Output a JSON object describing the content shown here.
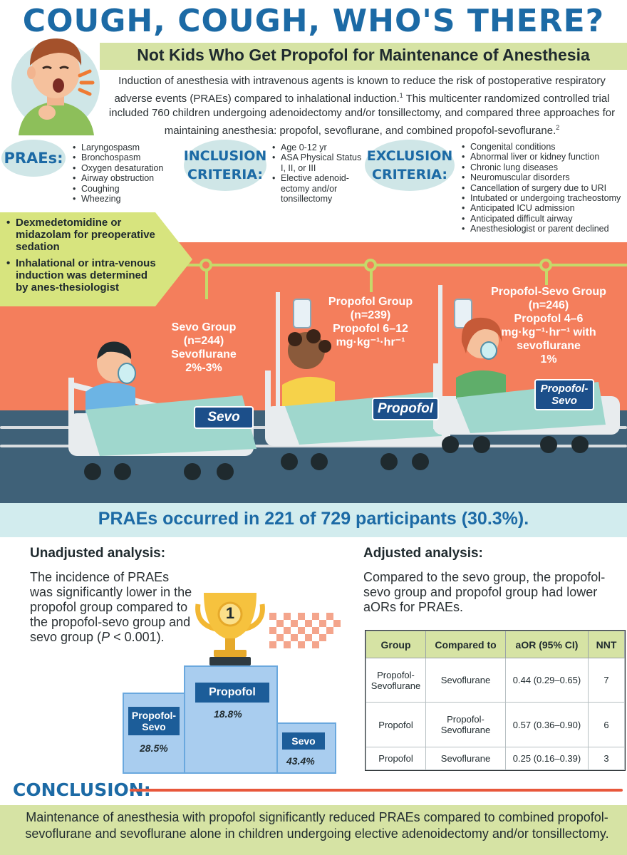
{
  "header": {
    "title": "COUGH, COUGH, WHO'S THERE?",
    "subtitle": "Not Kids Who Get Propofol for Maintenance of Anesthesia",
    "intro": "Induction of anesthesia with intravenous agents is known to reduce the risk of postoperative respiratory adverse events (PRAEs) compared to inhalational induction.",
    "intro_ref1": "1",
    "intro2": " This multicenter randomized controlled trial included 760 children undergoing adenoidectomy and/or tonsillectomy, and compared three approaches for maintaining anesthesia: propofol, sevoflurane, and combined propofol-sevoflurane.",
    "intro_ref2": "2"
  },
  "praes": {
    "label": "PRAEs:",
    "items": [
      "Laryngospasm",
      "Bronchospasm",
      "Oxygen desaturation",
      "Airway obstruction",
      "Coughing",
      "Wheezing"
    ]
  },
  "inclusion": {
    "label_line1": "INCLUSION",
    "label_line2": "CRITERIA:",
    "items": [
      "Age 0-12 yr",
      "ASA Physical Status I, II, or III",
      "Elective adenoid-ectomy and/or tonsillectomy"
    ]
  },
  "exclusion": {
    "label_line1": "EXCLUSION",
    "label_line2": "CRITERIA:",
    "items": [
      "Congenital conditions",
      "Abnormal liver or kidney function",
      "Chronic lung diseases",
      "Neuromuscular disorders",
      "Cancellation of surgery due to URI",
      "Intubated or undergoing tracheostomy",
      "Anticipated ICU admission",
      "Anticipated difficult airway",
      "Anesthesiologist or parent declined"
    ]
  },
  "pre_notes": [
    "Dexmedetomidine or midazolam for preoperative sedation",
    "Inhalational or intra-venous induction was determined by anes-thesiologist"
  ],
  "groups": {
    "sevo": {
      "line1": "Sevo Group",
      "line2": "(n=244)",
      "line3": "Sevoflurane",
      "line4": "2%-3%",
      "plate": "Sevo"
    },
    "propofol": {
      "line1": "Propofol Group",
      "line2": "(n=239)",
      "line3": "Propofol 6–12",
      "line4": "mg·kg⁻¹·hr⁻¹",
      "plate": "Propofol"
    },
    "combo": {
      "line1": "Propofol-Sevo Group",
      "line2": "(n=246)",
      "line3": "Propofol 4–6",
      "line4": "mg·kg⁻¹·hr⁻¹ with",
      "line5": "sevoflurane",
      "line6": "1%",
      "plate1": "Propofol-",
      "plate2": "Sevo"
    }
  },
  "results": {
    "headline": "PRAEs occurred in 221 of 729 participants (30.3%).",
    "unadjusted_title": "Unadjusted analysis:",
    "unadjusted_text": "The incidence of PRAEs was significantly lower in the propofol group compared to the propofol-sevo group and sevo group (",
    "unadjusted_p": "P",
    "unadjusted_tail": " < 0.001).",
    "adjusted_title": "Adjusted analysis:",
    "adjusted_text": "Compared to the sevo group, the propofol-sevo group and propofol group had lower aORs for PRAEs."
  },
  "podium": {
    "trophy_rank": "1",
    "first_label": "Propofol",
    "first_pct": "18.8%",
    "second_label1": "Propofol-",
    "second_label2": "Sevo",
    "second_pct": "28.5%",
    "third_label": "Sevo",
    "third_pct": "43.4%"
  },
  "table": {
    "headers": [
      "Group",
      "Compared to",
      "aOR (95% CI)",
      "NNT"
    ],
    "rows": [
      [
        "Propofol-Sevoflurane",
        "Sevoflurane",
        "0.44 (0.29–0.65)",
        "7"
      ],
      [
        "Propofol",
        "Propofol-Sevoflurane",
        "0.57 (0.36–0.90)",
        "6"
      ],
      [
        "Propofol",
        "Sevoflurane",
        "0.25 (0.16–0.39)",
        "3"
      ]
    ]
  },
  "conclusion": {
    "label": "CONCLUSION:",
    "text": "Maintenance of anesthesia with propofol significantly reduced PRAEs compared to combined propofol-sevoflurane and sevoflurane alone in children undergoing elective adenoidectomy and/or tonsillectomy."
  },
  "colors": {
    "title_blue": "#1c6aa5",
    "lime_band": "#d6e3a4",
    "orange_bg": "#f47e5c",
    "road_blue": "#3f6178",
    "aqua_band": "#d2ecee",
    "podium_blue": "#a9cdef",
    "conclusion_red": "#e8573b"
  },
  "icons": {
    "coughing_boy": "coughing-child-illustration",
    "trophy": "trophy-icon",
    "hospital_bed": "hospital-bed-illustration",
    "iv_bag": "iv-bag-icon"
  }
}
